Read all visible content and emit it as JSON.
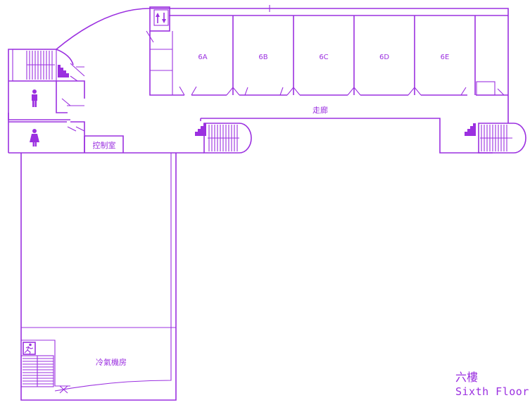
{
  "rooms": {
    "r6a": "6A",
    "r6b": "6B",
    "r6c": "6C",
    "r6d": "6D",
    "r6e": "6E",
    "corridor": "走廊",
    "control_room": "控制室",
    "ac_room": "冷氣機房"
  },
  "floor": {
    "name_cn": "六樓",
    "name_en": "Sixth Floor"
  },
  "colors": {
    "line": "#9b30e0",
    "background": "#ffffff"
  },
  "icons": [
    "elevator-icon",
    "mens-toilet-icon",
    "womens-toilet-icon",
    "emergency-exit-icon",
    "stairs-icon"
  ]
}
